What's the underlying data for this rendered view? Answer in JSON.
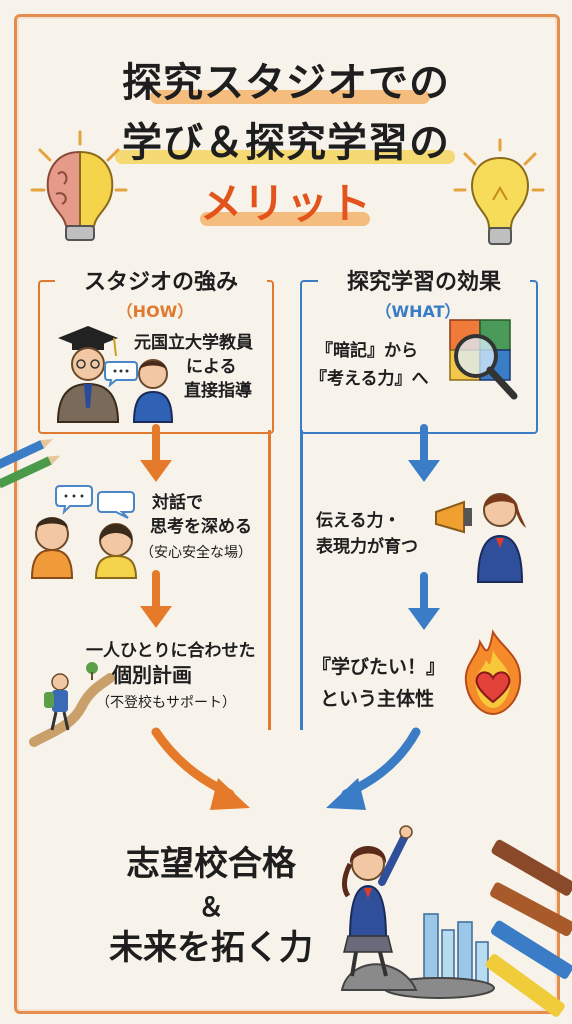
{
  "title": {
    "line1": "探究スタジオでの",
    "line2": "学び＆探究学習の",
    "line3": "メリット"
  },
  "left_column": {
    "heading": "スタジオの強み",
    "sub": "（HOW）",
    "items": [
      {
        "lines": [
          "元国立大学教員",
          "による",
          "直接指導"
        ]
      },
      {
        "lines": [
          "対話で",
          "思考を深める"
        ],
        "note": "（安心安全な場）"
      },
      {
        "lines": [
          "一人ひとりに合わせた",
          "個別計画"
        ],
        "note": "（不登校もサポート）"
      }
    ],
    "color": "#e07a2e"
  },
  "right_column": {
    "heading": "探究学習の効果",
    "sub": "（WHAT）",
    "items": [
      {
        "lines": [
          "『暗記』から",
          "『考える力』へ"
        ]
      },
      {
        "lines": [
          "伝える力・",
          "表現力が育つ"
        ]
      },
      {
        "lines": [
          "『学びたい！』",
          "という主体性"
        ]
      }
    ],
    "color": "#3a7dc6"
  },
  "result": {
    "line1": "志望校合格",
    "line2": "＆",
    "line3": "未来を拓く力"
  },
  "icons": [
    "brain-bulb-icon",
    "lightbulb-icon",
    "teacher-icon",
    "student-boy-icon",
    "chat-bubbles-icon",
    "hiker-path-icon",
    "puzzle-magnifier-icon",
    "megaphone-girl-icon",
    "flaming-heart-icon",
    "celebrating-student-icon",
    "city-skyline-icon",
    "colored-pencils-icon",
    "crayons-icon"
  ]
}
